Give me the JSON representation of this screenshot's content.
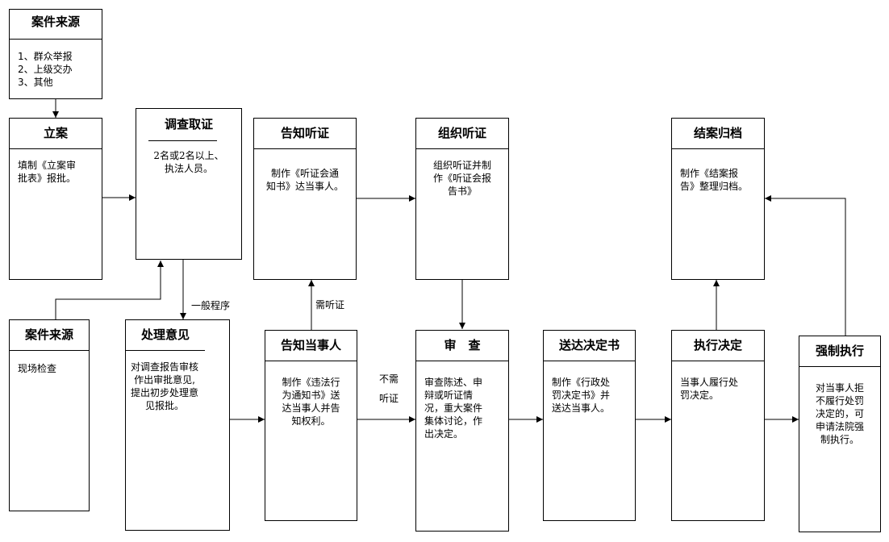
{
  "boxes": {
    "source1": {
      "title": "案件来源",
      "body": "1、群众举报\n2、上级交办\n3、其他"
    },
    "filing": {
      "title": "立案",
      "body": "填制《立案审\n批表》报批。"
    },
    "investigate": {
      "title": "调查取证",
      "body": "2名或2名以上、\n执法人员。"
    },
    "notify_hearing": {
      "title": "告知听证",
      "body": "制作《听证会通\n知书》达当事人。"
    },
    "organize_hearing": {
      "title": "组织听证",
      "body": "组织听证并制\n作《听证会报\n告书》"
    },
    "close_case": {
      "title": "结案归档",
      "body": "制作《结案报\n告》整理归档。"
    },
    "source2": {
      "title": "案件来源",
      "body": "现场检查"
    },
    "opinion": {
      "title": "处理意见",
      "body": "对调查报告审核\n作出审批意见,\n提出初步处理意\n见报批。"
    },
    "notify_party": {
      "title": "告知当事人",
      "body": "制作《违法行\n为通知书》送\n达当事人并告\n知权利。"
    },
    "review": {
      "title": "审　查",
      "body": "审查陈述、申\n辩或听证情\n况，重大案件\n集体讨论，作\n出决定。"
    },
    "deliver": {
      "title": "送达决定书",
      "body": "制作《行政处\n罚决定书》并\n送达当事人。"
    },
    "execute": {
      "title": "执行决定",
      "body": "当事人履行处\n罚决定。"
    },
    "enforce": {
      "title": "强制执行",
      "body": "对当事人拒\n不履行处罚\n决定的，可\n申请法院强\n制执行。"
    }
  },
  "labels": {
    "general_procedure": "一般程序",
    "need_hearing": "需听证",
    "no_hearing": "不需\n听证"
  }
}
